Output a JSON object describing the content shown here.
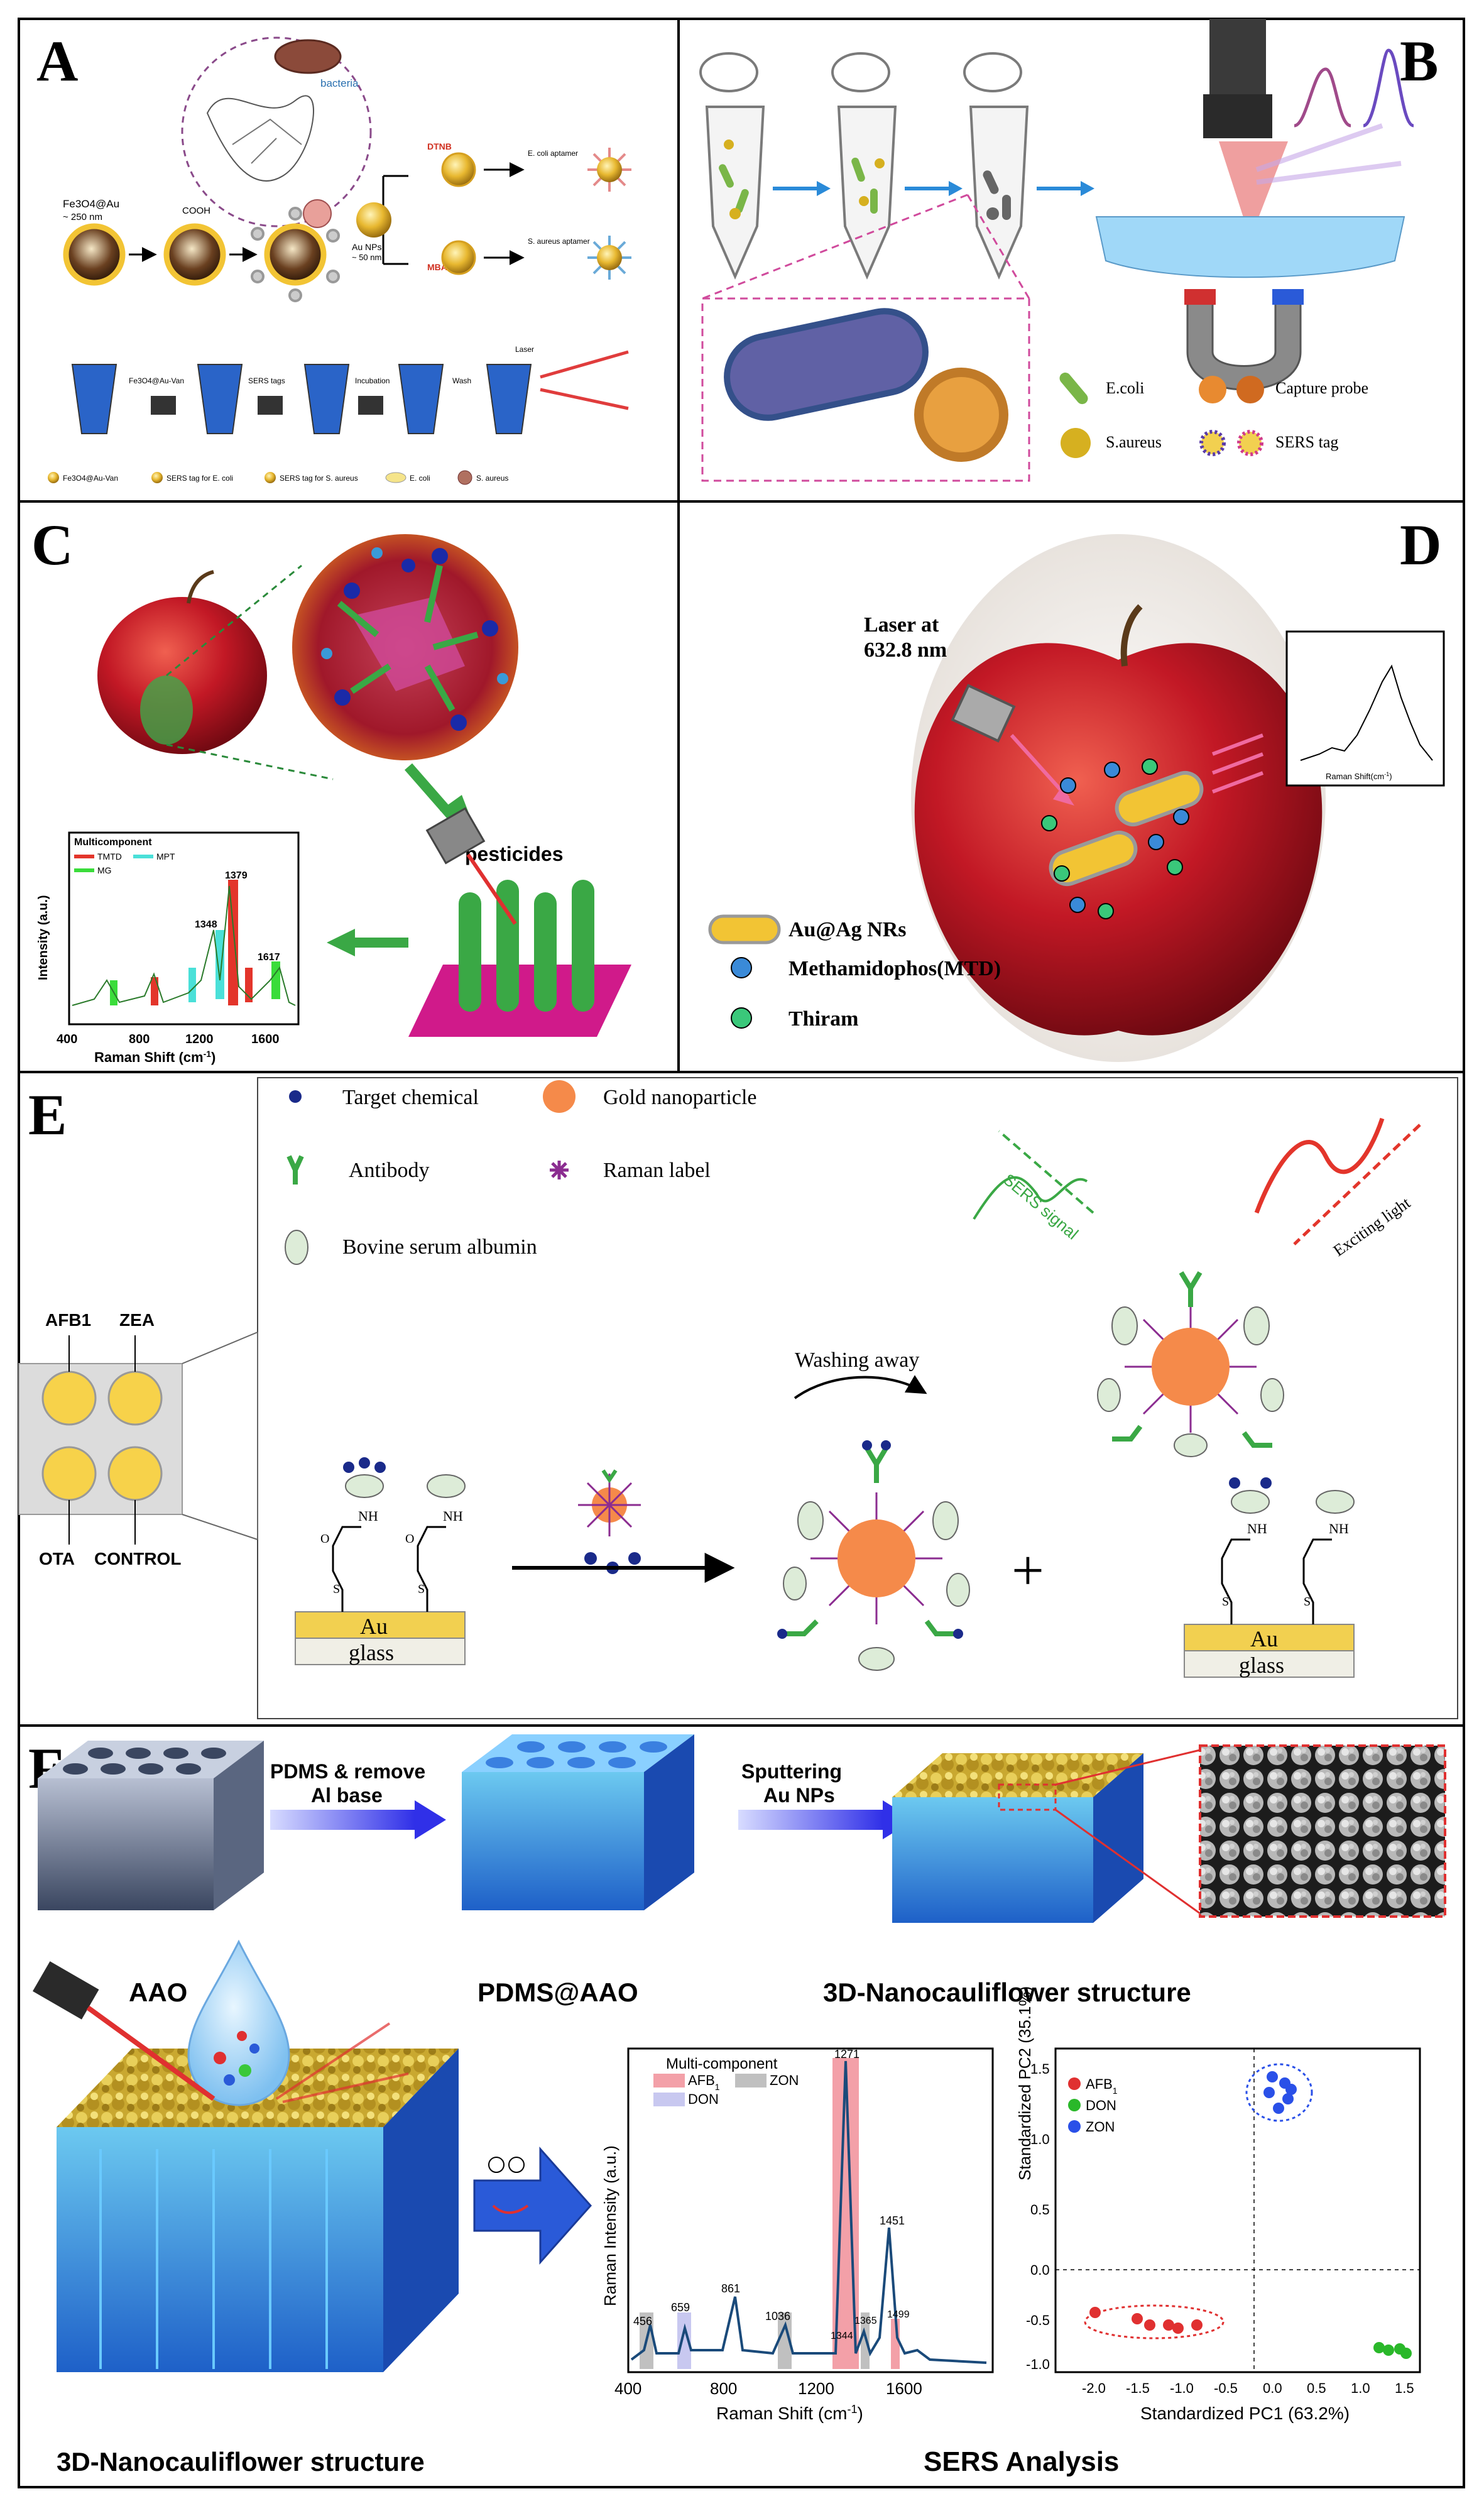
{
  "panel_letters": {
    "a": "A",
    "b": "B",
    "c": "C",
    "d": "D",
    "e": "E",
    "f": "F"
  },
  "panel_a": {
    "np_label_1": "Fe3O4@Au",
    "np_size_1": "~ 250 nm",
    "cooh": "COOH",
    "bacteria": "bacteria",
    "van_label": "Fe3O4@Au-Van",
    "au_nps": "Au NPs",
    "au_size": "~ 50 nm",
    "dtnb": "DTNB",
    "mba": "MBA",
    "ecoli_aptamer": "E. coli aptamer",
    "saureus_aptamer": "S. aureus aptamer",
    "steps": [
      "Fe3O4@Au-Van",
      "SERS tags",
      "Incubation",
      "Wash",
      "Laser"
    ],
    "legend": [
      "Fe3O4@Au-Van",
      "SERS tag for E. coli",
      "SERS tag for S. aureus",
      "E. coli",
      "S. aureus"
    ]
  },
  "panel_b": {
    "legend": [
      "E.coli",
      "Capture probe",
      "S.aureus",
      "SERS tag"
    ]
  },
  "panel_c": {
    "pesticides": "pesticides",
    "legend_title": "Multicomponent",
    "legend": [
      "TMTD",
      "MPT",
      "MG"
    ],
    "peaks": [
      "1379",
      "1348",
      "1617"
    ],
    "ylabel": "Intensity (a.u.)",
    "xlabel": "Raman Shift (cm",
    "xticks": [
      "400",
      "800",
      "1200",
      "1600"
    ]
  },
  "panel_d": {
    "laser_1": "Laser at",
    "laser_2": "632.8 nm",
    "inset_xlabel": "Raman Shift(cm",
    "legend": [
      "Au@Ag NRs",
      "Methamidophos(MTD)",
      "Thiram"
    ]
  },
  "panel_e": {
    "legend": [
      "Target chemical",
      "Gold nanoparticle",
      "Antibody",
      "Raman label",
      "Bovine serum albumin"
    ],
    "sers_signal": "SERS signal",
    "exciting_light": "Exciting light",
    "washing": "Washing away",
    "chip": [
      "AFB1",
      "ZEA",
      "OTA",
      "CONTROL"
    ],
    "nh": "NH",
    "o": "O",
    "s": "S",
    "au": "Au",
    "glass": "glass",
    "plus": "+"
  },
  "panel_f": {
    "arrow1": [
      "PDMS & remove",
      "Al base"
    ],
    "arrow2": [
      "Sputtering",
      "Au NPs"
    ],
    "labels": [
      "AAO",
      "PDMS@AAO",
      "3D-Nanocauliflower structure"
    ],
    "bottom_label": "3D-Nanocauliflower structure",
    "sers_analysis": "SERS  Analysis",
    "raman": {
      "legend_title": "Multi-component",
      "legend": [
        "AFB",
        "ZON",
        "DON"
      ],
      "peaks": [
        "456",
        "659",
        "861",
        "1036",
        "1271",
        "1344",
        "1365",
        "1451",
        "1499"
      ],
      "ylabel": "Raman Intensity (a.u.)",
      "xlabel": "Raman Shift (cm",
      "xticks": [
        "400",
        "800",
        "1200",
        "1600"
      ]
    },
    "pca": {
      "legend": [
        "AFB",
        "DON",
        "ZON"
      ],
      "xlabel": "Standardized PC1 (63.2%)",
      "ylabel": "Standardized PC2 (35.1%)",
      "xticks": [
        "-2.0",
        "-1.5",
        "-1.0",
        "-0.5",
        "0.0",
        "0.5",
        "1.0",
        "1.5"
      ],
      "yticks": [
        "1.5",
        "1.0",
        "0.5",
        "0.0",
        "-0.5",
        "-1.0"
      ]
    }
  },
  "colors": {
    "gold": "#f2c434",
    "orange": "#f58a4a",
    "purple": "#8b2c90",
    "green": "#3aa845",
    "red": "#e3352b",
    "blue": "#2a5cc8"
  }
}
